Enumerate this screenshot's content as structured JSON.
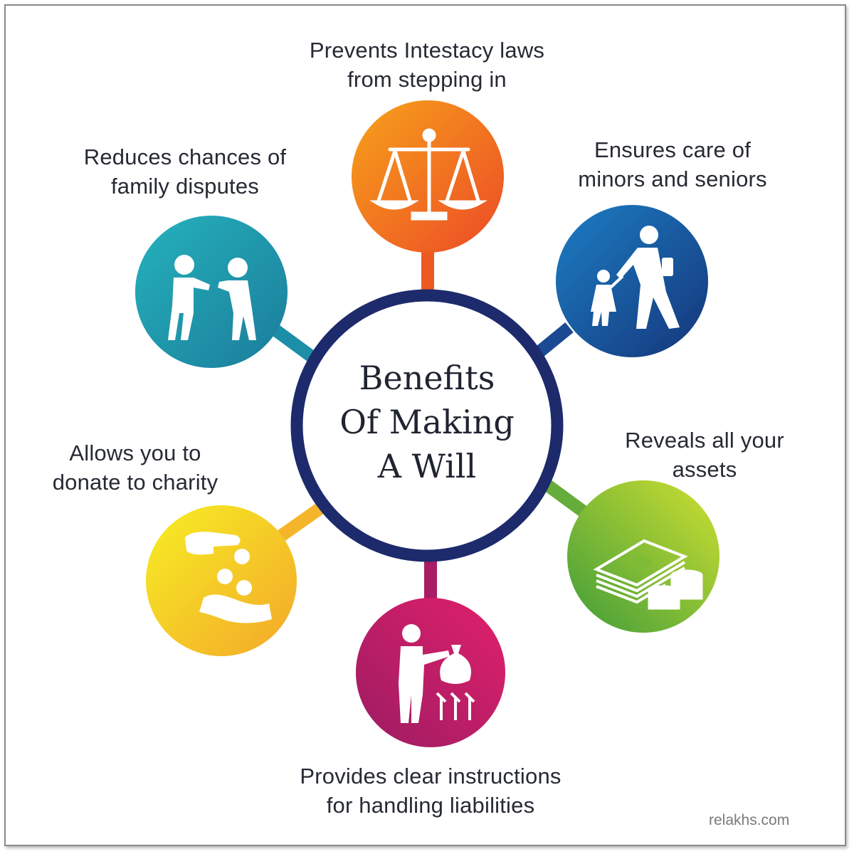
{
  "center": {
    "title": "Benefits\nOf Making\nA Will"
  },
  "benefits": [
    {
      "id": "intestacy",
      "label": "Prevents Intestacy laws\nfrom stepping in",
      "icon": "scales-of-justice-icon",
      "color_start": "#f7a21b",
      "color_end": "#ec4a26"
    },
    {
      "id": "care",
      "label": "Ensures care of\nminors and seniors",
      "icon": "adult-walking-with-child-icon",
      "color_start": "#1c7ec4",
      "color_end": "#15357a"
    },
    {
      "id": "assets",
      "label": "Reveals all your\nassets",
      "icon": "money-stack-and-coins-icon",
      "color_start": "#b6d232",
      "color_end": "#3f9c3a"
    },
    {
      "id": "liabilities",
      "label": "Provides clear instructions\nfor handling liabilities",
      "icon": "person-giving-money-bag-icon",
      "color_start": "#e2206c",
      "color_end": "#9b1c62"
    },
    {
      "id": "charity",
      "label": "Allows you to\ndonate to charity",
      "icon": "hands-giving-coins-icon",
      "color_start": "#f9ec22",
      "color_end": "#f4a72a"
    },
    {
      "id": "disputes",
      "label": "Reduces chances of\nfamily disputes",
      "icon": "two-people-arguing-icon",
      "color_start": "#25b2bd",
      "color_end": "#1b7c9a"
    }
  ],
  "colors": {
    "ring": "#1d2a6b",
    "text": "#262a33"
  },
  "footer": {
    "watermark": "relakhs.com"
  }
}
